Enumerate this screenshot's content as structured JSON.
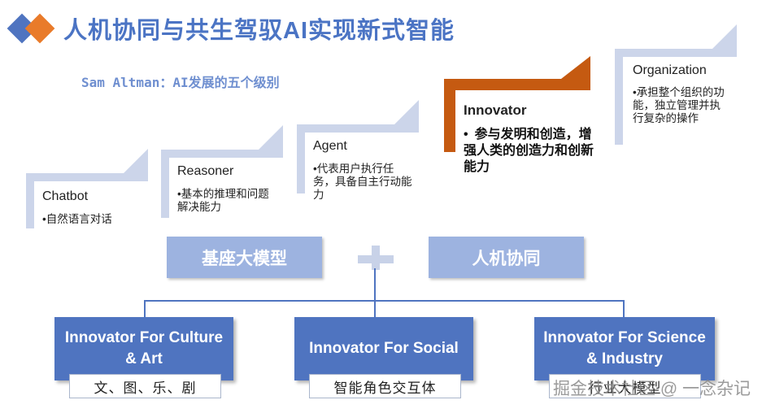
{
  "header": {
    "title": "人机协同与共生驾驭AI实现新式智能",
    "subtitle": "Sam Altman：AI发展的五个级别"
  },
  "levels": [
    {
      "name": "Chatbot",
      "desc": "自然语言对话"
    },
    {
      "name": "Reasoner",
      "desc": "基本的推理和问题解决能力"
    },
    {
      "name": "Agent",
      "desc": "代表用户执行任务，具备自主行动能力"
    },
    {
      "name": "Innovator",
      "desc": "参与发明和创造，增强人类的创造力和创新能力"
    },
    {
      "name": "Organization",
      "desc": "承担整个组织的功能，独立管理并执行复杂的操作"
    }
  ],
  "foundation": {
    "left": "基座大模型",
    "right": "人机协同"
  },
  "innovators": [
    {
      "title_line1": "Innovator For Culture",
      "title_line2": "& Art",
      "label": "文、图、乐、剧"
    },
    {
      "title_line1": "Innovator For Social",
      "title_line2": "",
      "label": "智能角色交互体"
    },
    {
      "title_line1": "Innovator For Science",
      "title_line2": "& Industry",
      "label": "行业大模型"
    }
  ],
  "watermark": "掘金技术社区 @ 一念杂记",
  "colors": {
    "title": "#4b74c4",
    "step": "#ccd5ea",
    "innovator_accent": "#c55a11",
    "box_blue": "#4f74c0",
    "box_light": "#9db3e0"
  }
}
